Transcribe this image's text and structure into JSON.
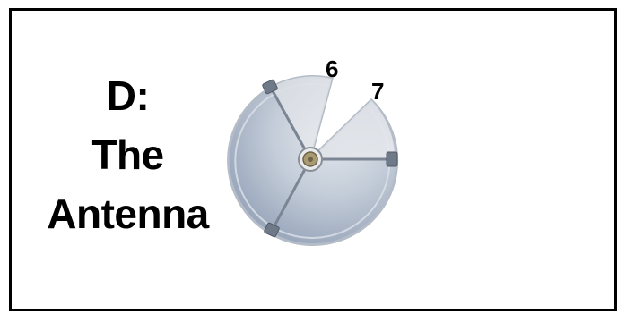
{
  "title": {
    "line1": "D:",
    "line2": "The",
    "line3": "Antenna"
  },
  "labels": {
    "label_6": "6",
    "label_7": "7"
  },
  "colors": {
    "frame": "#000000",
    "dish_light": "#dde2e8",
    "dish_dark": "#8e9db5",
    "dish_rim": "#bfc6cf",
    "strut": "#7b8594",
    "hub": "#9a8d6a",
    "text": "#000000"
  }
}
